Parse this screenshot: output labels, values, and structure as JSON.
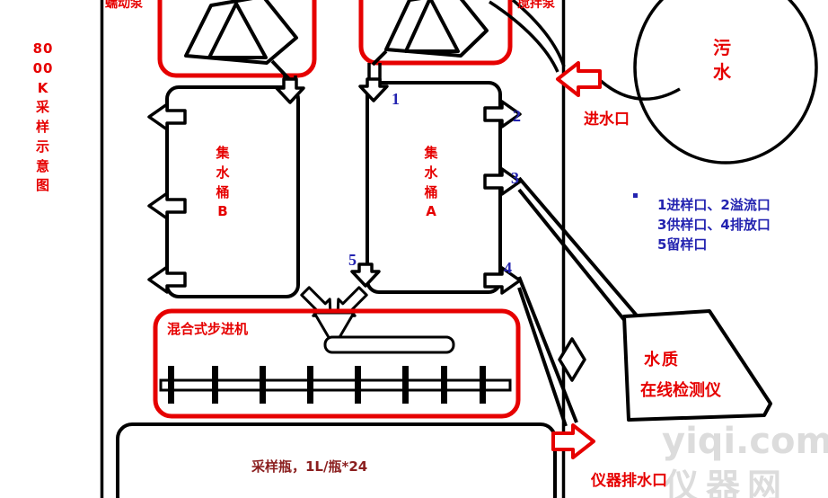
{
  "side_title": "8000K采样示意图",
  "labels": {
    "pump_left": "蠕动泵",
    "pump_right": "搅拌泵",
    "bucket_b": "集水桶B",
    "bucket_a": "集水桶A",
    "sewage": "污水",
    "inlet": "进水口",
    "stepper": "混合式步进机",
    "detector_line1": "水质",
    "detector_line2": "在线检测仪",
    "bottles": "采样瓶，1L/瓶*24",
    "drain": "仪器排水口"
  },
  "legend": {
    "line1": "1进样口、2溢流口",
    "line2": "3供样口、4排放口",
    "line3": "5留样口"
  },
  "ports": {
    "p1": "1",
    "p2": "2",
    "p3": "3",
    "p4": "4",
    "p5": "5"
  },
  "watermark": {
    "line1": "yiqi.com",
    "line2": "仪器网"
  },
  "colors": {
    "line_black": "#000000",
    "accent_red": "#e60000",
    "note_blue": "#2323b0",
    "bottles_text": "#8b1f1f",
    "watermark_gray": "#dcdcdc"
  }
}
